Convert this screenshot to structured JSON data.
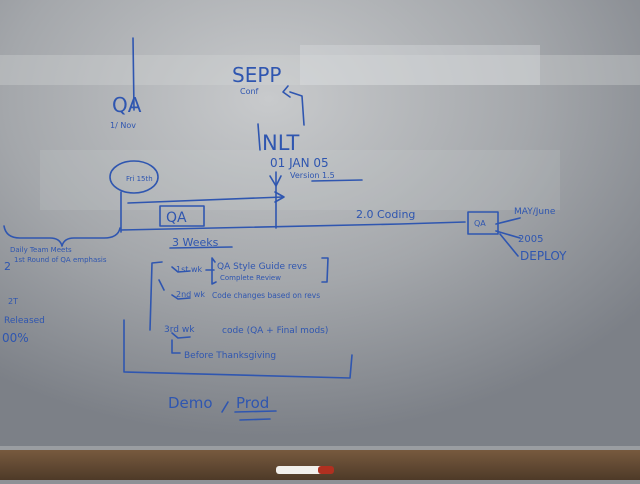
{
  "colors": {
    "board": "#8d9096",
    "board_light": "#b9bbbf",
    "ink": "#2f56b0",
    "tray": "#6a5038",
    "marker_body": "#f2f0ec",
    "marker_cap": "#b03020"
  },
  "board": {
    "left_section": {
      "qa_heading": "QA",
      "qa_sub": "1/ Nov",
      "circle_note": "Fri 15th",
      "notes_under_brace": [
        "Daily Team Meets",
        "1st Round of QA emphasis"
      ],
      "edge_fragments": [
        "2",
        "2T",
        "Released",
        "00%"
      ]
    },
    "top_section": {
      "sepp_label": "SEPP",
      "sepp_sub": "Conf",
      "nlt_label": "NLT",
      "nlt_date": "01 JAN 05",
      "nlt_version": "Version 1.5"
    },
    "timeline": {
      "qa_box_label": "QA",
      "coding_label": "2.0 Coding",
      "end_box_label": "QA",
      "end_note_1": "MAY/June",
      "end_year": "2005",
      "deploy_label": "DEPLOY"
    },
    "plan": {
      "duration": "3 Weeks",
      "week1_marker": "1st wk",
      "week1_task": "QA Style Guide revs",
      "week1_task_2": "Complete Review",
      "week2_marker": "2nd wk",
      "week2_task": "Code changes based on revs",
      "week3_marker": "3rd wk",
      "week3_task": "code (QA + Final mods)",
      "week3_note": "Before Thanksgiving",
      "bottom_label_1": "Demo",
      "bottom_label_2": "Prod"
    }
  }
}
